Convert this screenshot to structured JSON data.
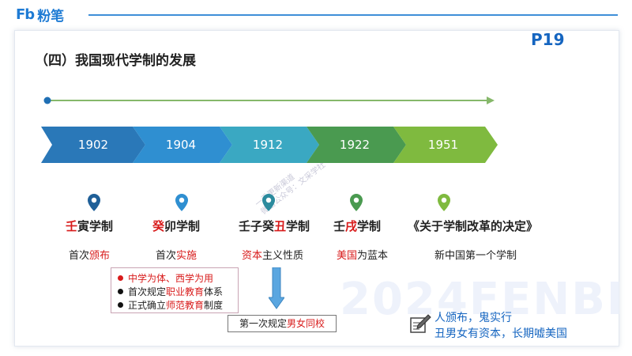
{
  "brand": {
    "mark": "Fb",
    "name": "粉笔"
  },
  "page_number": "P19",
  "title": "（四）我国现代学制的发展",
  "watermark": {
    "big": "2024FENBI",
    "small_line1": "一手更新渠道",
    "small_line2": "微信公众号：文采学社"
  },
  "colors": {
    "accent": "#1e7bd4",
    "red": "#d81b1b",
    "stage1": "#2a78b8",
    "stage2": "#2f8fd1",
    "stage3": "#3aa8c2",
    "stage4": "#4a9a50",
    "stage5": "#7fba3f"
  },
  "timeline": [
    {
      "year": "1902",
      "name_red": "壬",
      "name_rest": "寅学制",
      "desc_plain": "首次",
      "desc_red": "颁布",
      "desc_after": ""
    },
    {
      "year": "1904",
      "name_red": "癸",
      "name_rest": "卯学制",
      "desc_plain": "首次",
      "desc_red": "实施",
      "desc_after": ""
    },
    {
      "year": "1912",
      "name_pre": "壬子癸",
      "name_red": "丑",
      "name_rest": "学制",
      "desc_plain": "",
      "desc_red": "资本",
      "desc_after": "主义性质"
    },
    {
      "year": "1922",
      "name_pre": "壬",
      "name_red": "戌",
      "name_rest": "学制",
      "desc_plain": "",
      "desc_red": "美国",
      "desc_after": "为蓝本"
    },
    {
      "year": "1951",
      "name_full": "《关于学制改革的决定》",
      "desc_plain": "新中国第一个学制"
    }
  ],
  "details_1904": [
    {
      "text_red": "中学为体、西学为用",
      "bullet": "red"
    },
    {
      "pre": "首次规定",
      "text_red": "职业教育",
      "post": "体系",
      "bullet": "black"
    },
    {
      "pre": "正式确立",
      "text_red": "师范教育",
      "post": "制度",
      "bullet": "black"
    }
  ],
  "note_1912": {
    "pre": "第一次规定",
    "red": "男女同校"
  },
  "mnemonic": {
    "line1": "人颁布，鬼实行",
    "line2": "丑男女有资本，长期嘘美国"
  }
}
